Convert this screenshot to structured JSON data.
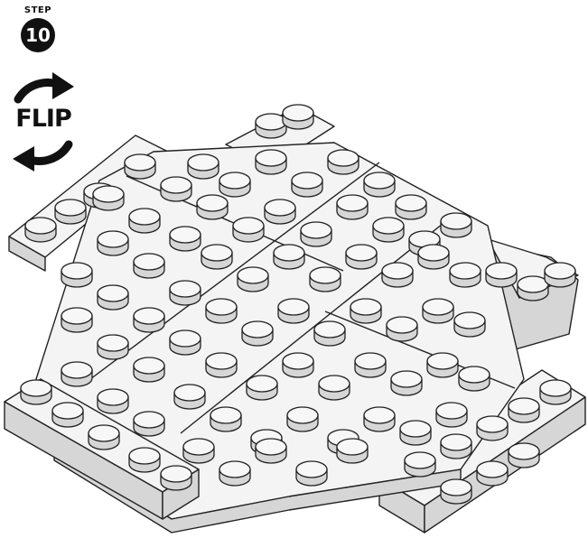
{
  "step": {
    "label": "STEP",
    "number": "10"
  },
  "action": {
    "label": "FLIP",
    "icon": "flip-rotate-icon"
  },
  "illustration": {
    "subject": "flipped-brick-plate-assembly",
    "colors": {
      "plate": "#f4f4f4",
      "stud_top": "#f7f7f7",
      "outline": "#222222",
      "shadow": "#d6d6d6"
    }
  }
}
